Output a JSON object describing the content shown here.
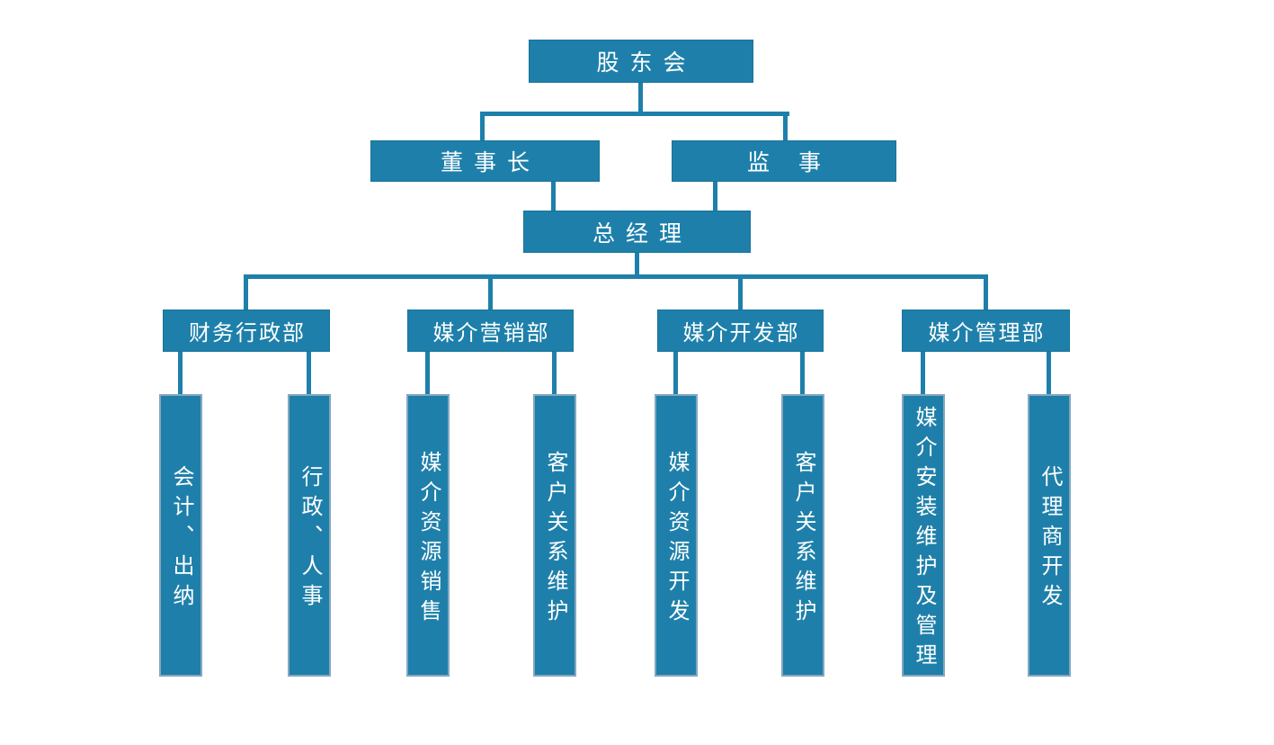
{
  "org_chart": {
    "title": "company-organization-chart",
    "accent_color": "#1E80AA",
    "tall_box_border_color": "#85A7BF",
    "text_color": "#FFFFFF",
    "background_color": "#FFFFFF",
    "nodes": {
      "shareholders": "股东会",
      "chairman": "董事长",
      "supervisor": "监事",
      "general_manager": "总经理",
      "dept_finance_admin": "财务行政部",
      "dept_media_marketing": "媒介营销部",
      "dept_media_development": "媒介开发部",
      "dept_media_management": "媒介管理部",
      "role_accounting_cashier": "会计、出纳",
      "role_admin_hr": "行政、人事",
      "role_media_resource_sales": "媒介资源销售",
      "role_customer_relations_marketing": "客户关系维护",
      "role_media_resource_development": "媒介资源开发",
      "role_customer_relations_development": "客户关系维护",
      "role_media_install_maintain_manage": "媒介安装维护及管理",
      "role_agent_development": "代理商开发"
    },
    "edges": [
      [
        "shareholders",
        "chairman"
      ],
      [
        "shareholders",
        "supervisor"
      ],
      [
        "chairman",
        "general_manager"
      ],
      [
        "supervisor",
        "general_manager"
      ],
      [
        "general_manager",
        "dept_finance_admin"
      ],
      [
        "general_manager",
        "dept_media_marketing"
      ],
      [
        "general_manager",
        "dept_media_development"
      ],
      [
        "general_manager",
        "dept_media_management"
      ],
      [
        "dept_finance_admin",
        "role_accounting_cashier"
      ],
      [
        "dept_finance_admin",
        "role_admin_hr"
      ],
      [
        "dept_media_marketing",
        "role_media_resource_sales"
      ],
      [
        "dept_media_marketing",
        "role_customer_relations_marketing"
      ],
      [
        "dept_media_development",
        "role_media_resource_development"
      ],
      [
        "dept_media_development",
        "role_customer_relations_development"
      ],
      [
        "dept_media_management",
        "role_media_install_maintain_manage"
      ],
      [
        "dept_media_management",
        "role_agent_development"
      ]
    ]
  }
}
